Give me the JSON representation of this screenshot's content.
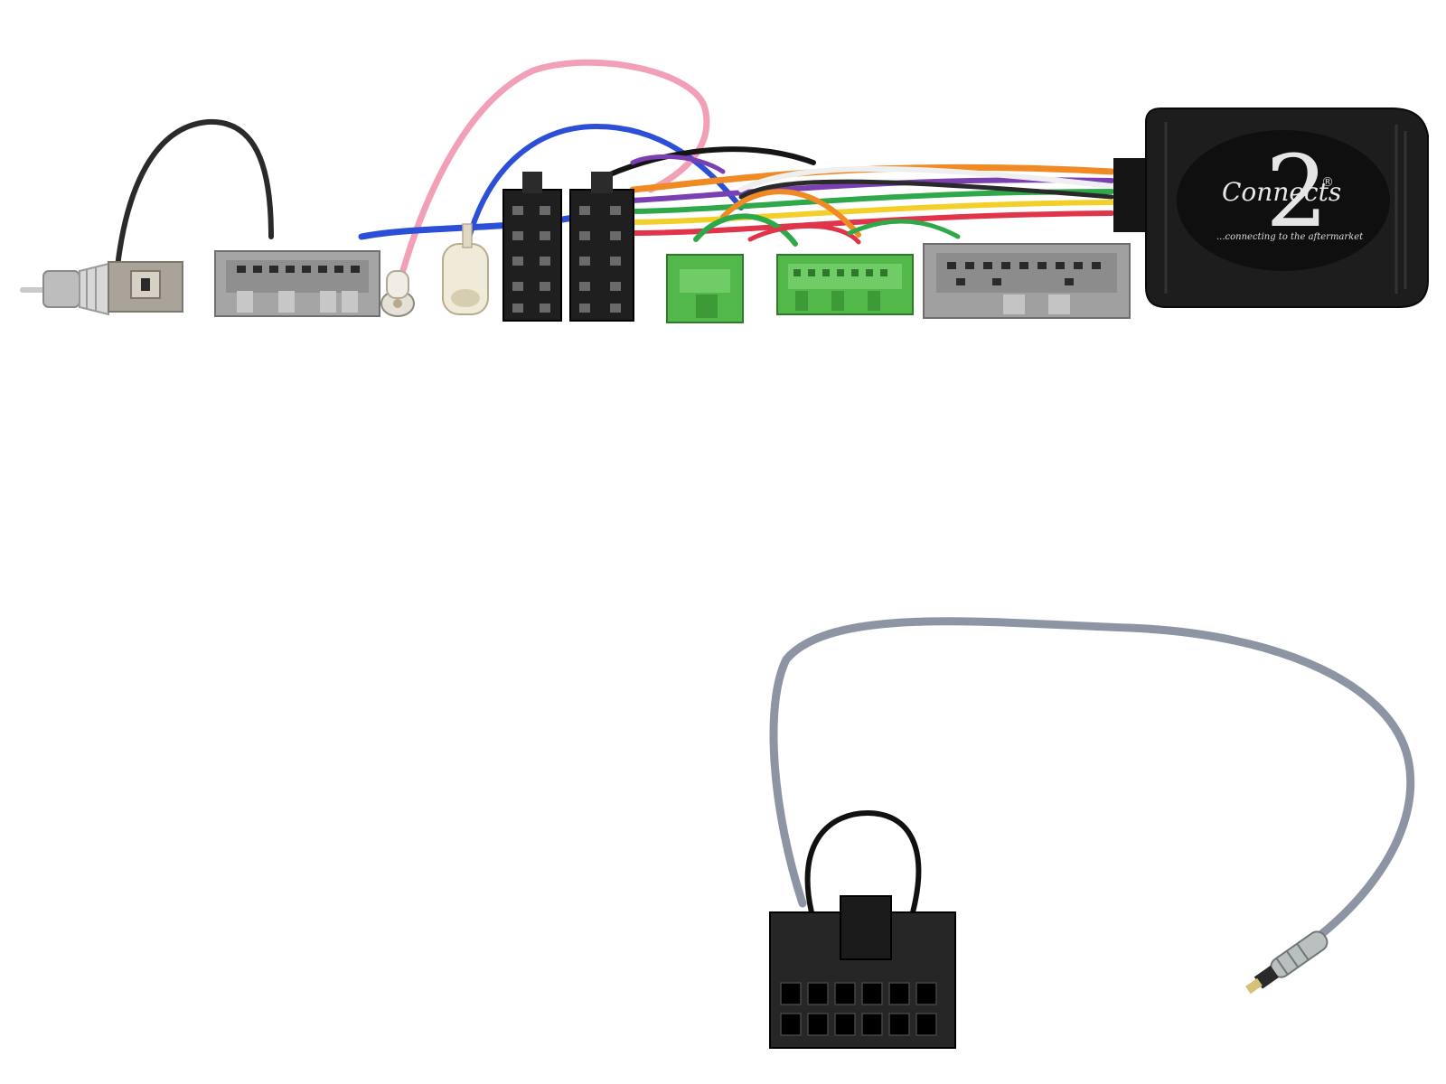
{
  "product": {
    "brand_script": "Connects",
    "brand_numeral": "2",
    "brand_mark": "®",
    "tagline": "...connecting to the aftermarket"
  },
  "colors": {
    "background": "#ffffff",
    "module_body": "#1d1d1d",
    "grey_connector": "#9a9a9a",
    "green_connector": "#4fb847",
    "black_connector": "#222222",
    "cable_grey": "#8d95a5",
    "wire_red": "#e0344a",
    "wire_pink": "#f2a0b8",
    "wire_blue": "#2b4fd6",
    "wire_orange": "#f08a24",
    "wire_green": "#2fa84a",
    "wire_yellow": "#f3cf2a",
    "wire_purple": "#7a3fb0",
    "wire_white": "#efefef",
    "wire_black": "#151515"
  },
  "icons": [
    "antenna-plug-icon",
    "iso-connector-icon",
    "patch-lead-connector-icon"
  ]
}
